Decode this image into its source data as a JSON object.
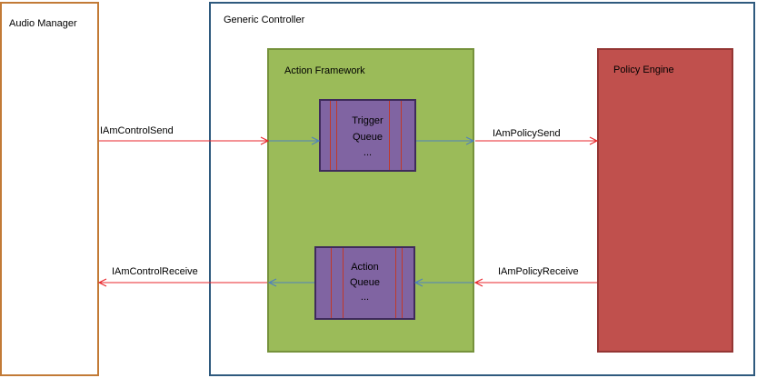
{
  "diagram": {
    "audio_manager": {
      "title": "Audio Manager"
    },
    "generic_controller": {
      "title": "Generic Controller"
    },
    "action_framework": {
      "title": "Action Framework"
    },
    "policy_engine": {
      "title": "Policy Engine"
    },
    "trigger_queue": {
      "line1": "Trigger",
      "line2": "Queue",
      "line3": "..."
    },
    "action_queue": {
      "line1": "Action",
      "line2": "Queue",
      "line3": "..."
    },
    "connections": {
      "control_send": "IAmControlSend",
      "control_receive": "IAmControlReceive",
      "policy_send": "IAmPolicySend",
      "policy_receive": "IAmPolicyReceive"
    },
    "colors": {
      "audio_manager_border": "#c27a36",
      "controller_border": "#2f5a7e",
      "framework_fill": "#9bbb59",
      "framework_border": "#76923c",
      "policy_fill": "#c0504d",
      "policy_border": "#943634",
      "queue_fill": "#8064a2",
      "queue_border": "#3f2b5c",
      "red_arrow": "#e8262b",
      "blue_arrow": "#4f81bd"
    }
  }
}
